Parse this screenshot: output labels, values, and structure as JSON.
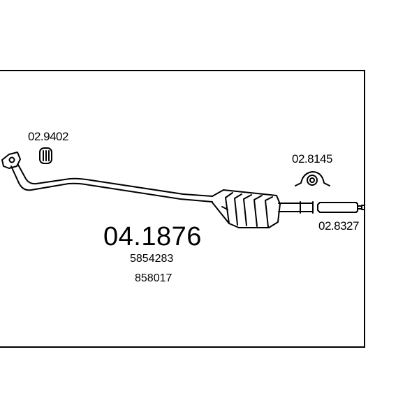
{
  "diagram": {
    "main_part_number": "04.1876",
    "oe_numbers": [
      "5854283",
      "858017"
    ],
    "parts": {
      "clamp_ring": "02.9402",
      "mounting_bracket": "02.8145",
      "connector_pipe": "02.8327"
    }
  },
  "colors": {
    "line": "#000000",
    "background": "#ffffff"
  }
}
